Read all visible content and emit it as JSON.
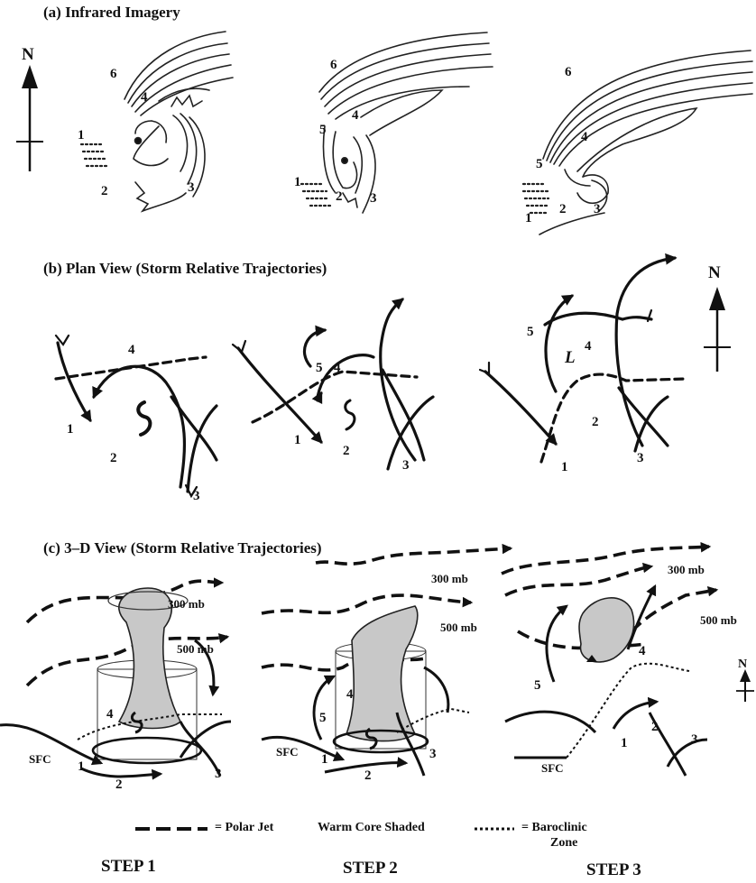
{
  "panels": {
    "a": {
      "title": "(a) Infrared Imagery"
    },
    "b": {
      "title": "(b) Plan View (Storm Relative Trajectories)"
    },
    "c": {
      "title": "(c) 3–D View (Storm Relative Trajectories)"
    }
  },
  "north_label": "N",
  "levels": {
    "upper": "300 mb",
    "mid": "500 mb",
    "surface": "SFC"
  },
  "low_label": "L",
  "stream_labels": [
    "1",
    "2",
    "3",
    "4",
    "5",
    "6"
  ],
  "legend": {
    "polar_jet": "= Polar Jet",
    "warm_core": "Warm Core Shaded",
    "baroclinic_line1": "= Baroclinic",
    "baroclinic_line2": "Zone"
  },
  "steps": [
    "STEP 1",
    "STEP 2",
    "STEP 3"
  ]
}
